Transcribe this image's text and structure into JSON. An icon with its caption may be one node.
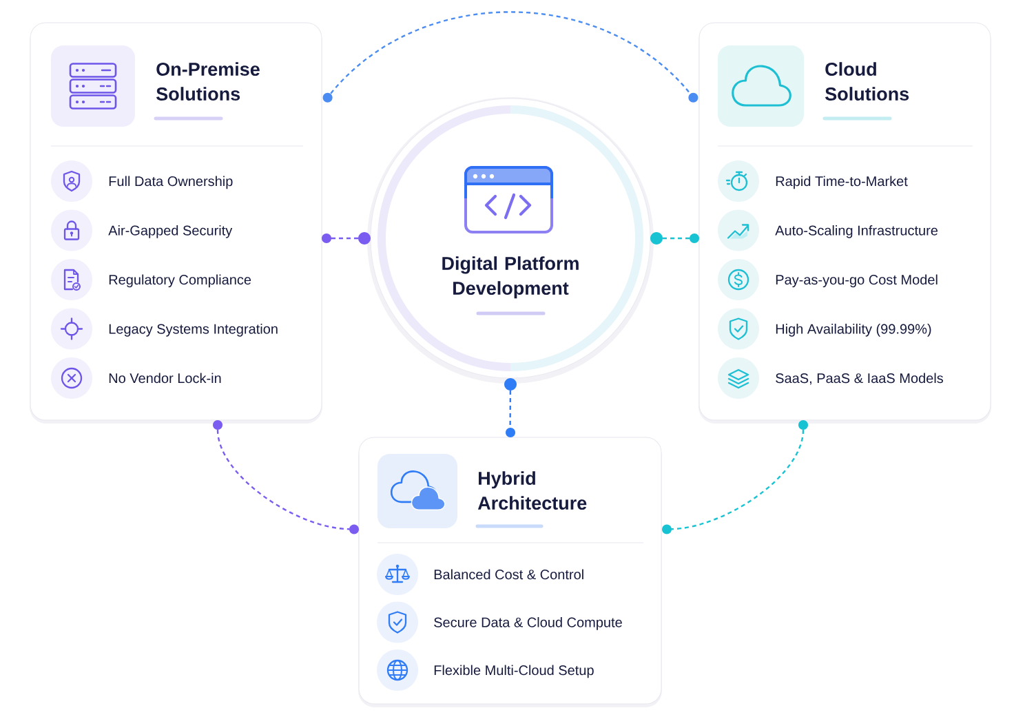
{
  "diagram": {
    "nodes": [
      {
        "text": [
          "On-Premise Solutions",
          "Full Data Ownership",
          "Air-Gapped Security",
          "Regulatory Compliance",
          "Legacy Systems Integration",
          "No Vendor Lock-in"
        ]
      },
      {
        "text": [
          "Digital Platform Development"
        ]
      },
      {
        "text": [
          "Cloud Solutions",
          "Rapid Time-to-Market",
          "Auto-Scaling Infrastructure",
          "Pay-as-you-go Cost Model",
          "High Availability (99.99%)",
          "SaaS, PaaS & IaaS Models"
        ]
      },
      {
        "text": [
          "Hybrid Architecture",
          "Balanced Cost & Control",
          "Secure Data & Cloud Compute",
          "Flexible Multi-Cloud Setup"
        ]
      }
    ],
    "edges": [
      {
        "from": 1,
        "to": 0,
        "arrow": "other",
        "style": "dashed",
        "color": "#7b5cf0"
      },
      {
        "from": 1,
        "to": 2,
        "arrow": "other",
        "style": "dashed",
        "color": "#17c3d3"
      },
      {
        "from": 1,
        "to": 3,
        "arrow": "other",
        "style": "dashed",
        "color": "#2f7df6"
      },
      {
        "from": 0,
        "to": 2,
        "arrow": "other",
        "style": "dashed",
        "color": "#4a8cf2"
      },
      {
        "from": 0,
        "to": 3,
        "arrow": "other",
        "style": "dashed",
        "color": "#7b5cf0"
      },
      {
        "from": 2,
        "to": 3,
        "arrow": "other",
        "style": "dashed",
        "color": "#17c3d3"
      }
    ]
  }
}
